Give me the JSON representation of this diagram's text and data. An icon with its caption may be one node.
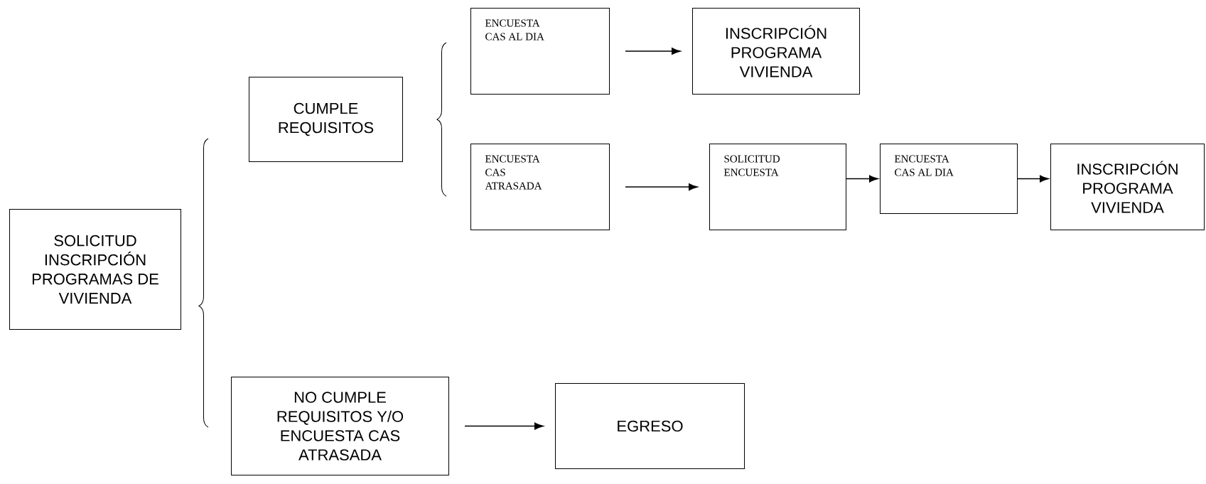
{
  "diagram": {
    "nodes": [
      {
        "text": [
          "SOLICITUD INSCRIPCIÓN PROGRAMAS DE VIVIENDA"
        ]
      },
      {
        "text": [
          "CUMPLE REQUISITOS"
        ]
      },
      {
        "text": [
          "ENCUESTA CAS AL DIA"
        ]
      },
      {
        "text": [
          "INSCRIPCIÓN PROGRAMA VIVIENDA"
        ]
      },
      {
        "text": [
          "ENCUESTA CAS ATRASADA"
        ]
      },
      {
        "text": [
          "SOLICITUD ENCUESTA"
        ]
      },
      {
        "text": [
          "ENCUESTA CAS AL DIA"
        ]
      },
      {
        "text": [
          "INSCRIPCIÓN PROGRAMA VIVIENDA"
        ]
      },
      {
        "text": [
          "NO CUMPLE REQUISITOS Y/O ENCUESTA CAS ATRASADA"
        ]
      },
      {
        "text": [
          "EGRESO"
        ]
      }
    ],
    "edges": [
      {
        "from": 2,
        "to": 3,
        "arrow": "to"
      },
      {
        "from": 4,
        "to": 5,
        "arrow": "to"
      },
      {
        "from": 5,
        "to": 6,
        "arrow": "to"
      },
      {
        "from": 6,
        "to": 7,
        "arrow": "to"
      },
      {
        "from": 8,
        "to": 9,
        "arrow": "to"
      }
    ]
  }
}
